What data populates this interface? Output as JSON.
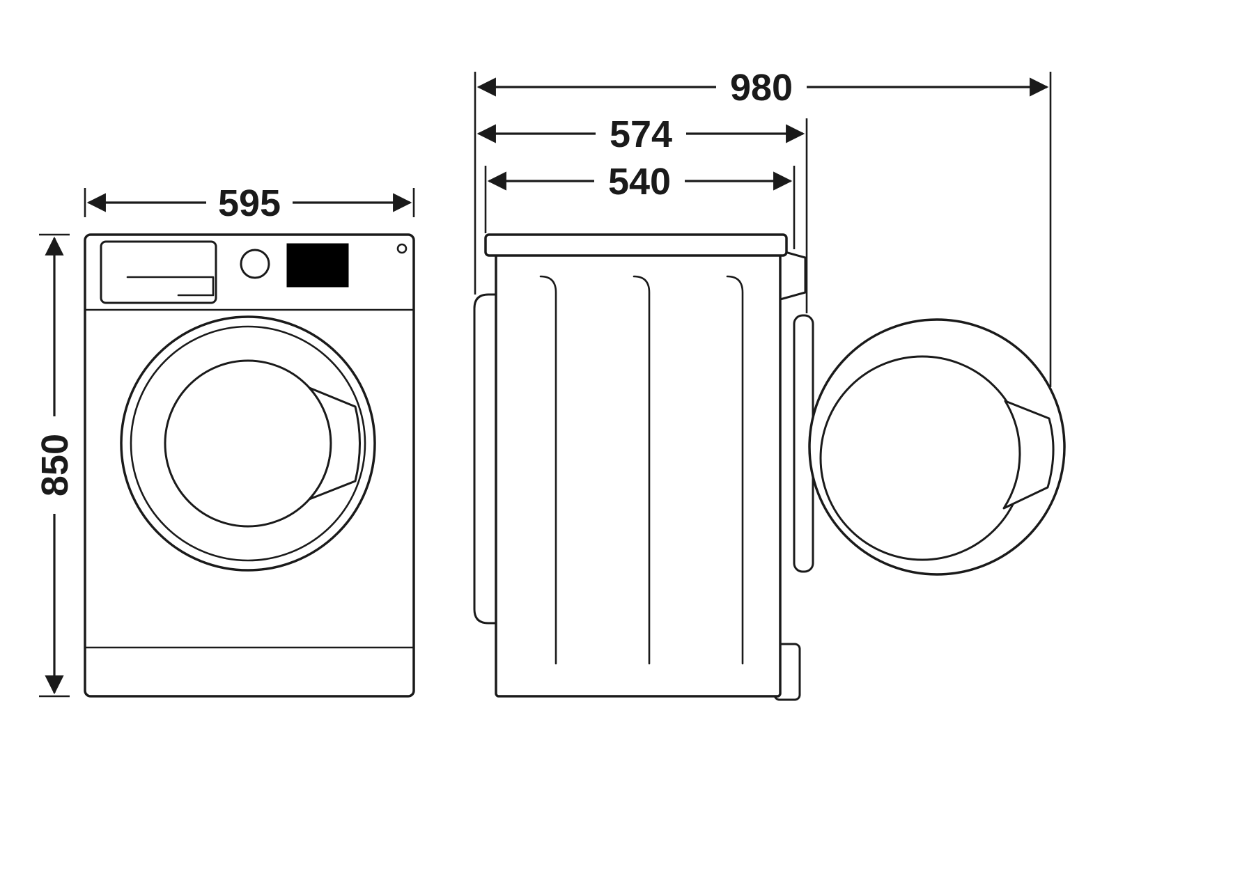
{
  "diagram_title": "washing-machine-dimension-diagram",
  "dimensions": {
    "front_width_mm": "595",
    "front_height_mm": "850",
    "side_depth_door_open_mm": "980",
    "side_depth_overall_mm": "574",
    "side_depth_body_mm": "540"
  },
  "colors": {
    "line": "#1a1a1a",
    "display_panel": "#000000",
    "background": "#ffffff"
  }
}
